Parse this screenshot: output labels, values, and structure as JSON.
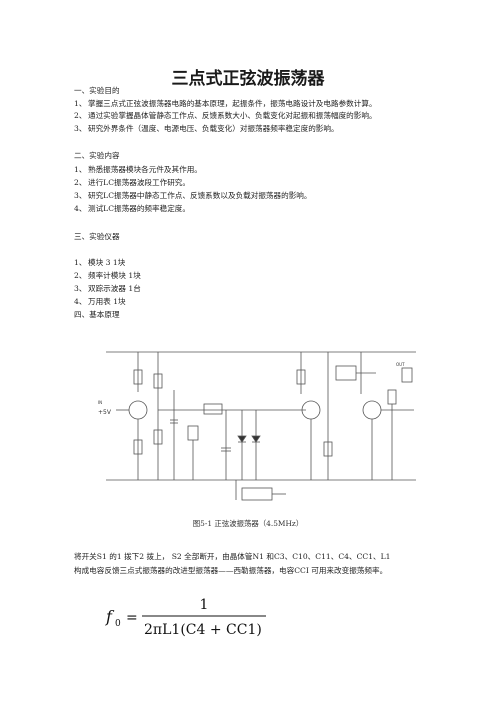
{
  "title": "三点式正弦波振荡器",
  "sections": [
    {
      "heading": "一、实验目的",
      "items": [
        {
          "num": "1、",
          "text": "掌握三点式正弦波振荡器电路的基本原理，起振条件，振荡电路设计及电路参数计算。"
        },
        {
          "num": "2、",
          "text": "通过实验掌握晶体管静态工作点、反馈系数大小、负载变化对起振和振荡幅度的影响。"
        },
        {
          "num": "3、",
          "text": "研究外界条件（温度、电源电压、负载变化）对振荡器频率稳定度的影响。"
        }
      ]
    },
    {
      "heading": "二、实验内容",
      "items": [
        {
          "num": "1、",
          "text": "熟悉振荡器模块各元件及其作用。"
        },
        {
          "num": "2、",
          "text": "进行LC振荡器波段工作研究。"
        },
        {
          "num": "3、",
          "text": "研究LC振荡器中静态工作点、反馈系数以及负载对振荡器的影响。"
        },
        {
          "num": "4、",
          "text": "测试LC振荡器的频率稳定度。"
        }
      ]
    },
    {
      "heading": "三、实验仪器",
      "items": [
        {
          "num": "1、",
          "text": "模块 3 1块"
        },
        {
          "num": "2、",
          "text": "频率计模块 1块"
        },
        {
          "num": "3、",
          "text": "双踪示波器 1台"
        },
        {
          "num": "4、",
          "text": "万用表 1块"
        }
      ]
    },
    {
      "heading": "四、基本原理",
      "items": []
    }
  ],
  "figure": {
    "caption": "图5-1 正弦波振荡器（4.5MHz）",
    "labels": {
      "supply": "+5V",
      "in": "IN",
      "out": "OUT"
    }
  },
  "paragraph": [
    "将开关S1 的1 拨下2 拨上， S2 全部断开，由晶体管N1 和C3、C10、C11、C4、CC1、L1",
    "构成电容反馈三点式振荡器的改进型振荡器——西勒振荡器，电容CCI 可用来改变振荡频率。"
  ],
  "formula": {
    "lhs": "f",
    "sub": "0",
    "numerator": "1",
    "denominator": "2πL1(C4 + CC1)"
  }
}
